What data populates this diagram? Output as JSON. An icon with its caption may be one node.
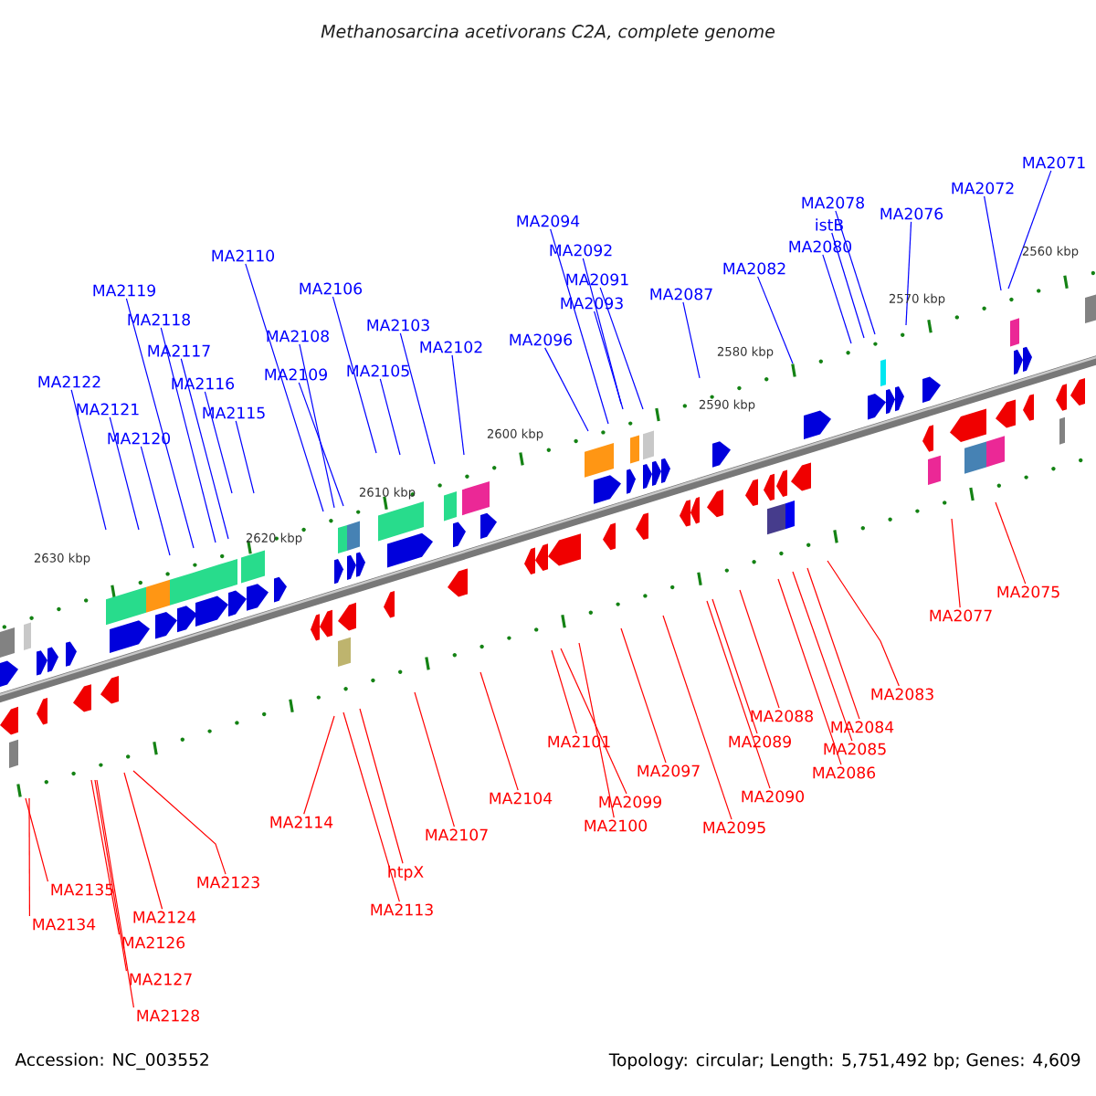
{
  "diagram": {
    "title": "Methanosarcina acetivorans C2A, complete genome",
    "nodes": [
      {
        "text": [
          "MA2071"
        ]
      },
      {
        "text": [
          "MA2072"
        ]
      },
      {
        "text": [
          "MA2078"
        ]
      },
      {
        "text": [
          "MA2076"
        ]
      },
      {
        "text": [
          "istB"
        ]
      },
      {
        "text": [
          "MA2080"
        ]
      },
      {
        "text": [
          "MA2094"
        ]
      },
      {
        "text": [
          "MA2110"
        ]
      },
      {
        "text": [
          "MA2092"
        ]
      },
      {
        "text": [
          "MA2082"
        ]
      },
      {
        "text": [
          "MA2091"
        ]
      },
      {
        "text": [
          "MA2119"
        ]
      },
      {
        "text": [
          "MA2106"
        ]
      },
      {
        "text": [
          "MA2087"
        ]
      },
      {
        "text": [
          "MA2093"
        ]
      },
      {
        "text": [
          "MA2118"
        ]
      },
      {
        "text": [
          "MA2103"
        ]
      },
      {
        "text": [
          "MA2108"
        ]
      },
      {
        "text": [
          "MA2096"
        ]
      },
      {
        "text": [
          "MA2102"
        ]
      },
      {
        "text": [
          "MA2117"
        ]
      },
      {
        "text": [
          "MA2109"
        ]
      },
      {
        "text": [
          "MA2105"
        ]
      },
      {
        "text": [
          "MA2122"
        ]
      },
      {
        "text": [
          "MA2116"
        ]
      },
      {
        "text": [
          "MA2121"
        ]
      },
      {
        "text": [
          "MA2115"
        ]
      },
      {
        "text": [
          "MA2120"
        ]
      },
      {
        "text": [
          "MA2075"
        ]
      },
      {
        "text": [
          "MA2077"
        ]
      },
      {
        "text": [
          "MA2083"
        ]
      },
      {
        "text": [
          "MA2088"
        ]
      },
      {
        "text": [
          "MA2084"
        ]
      },
      {
        "text": [
          "MA2101"
        ]
      },
      {
        "text": [
          "MA2089"
        ]
      },
      {
        "text": [
          "MA2085"
        ]
      },
      {
        "text": [
          "MA2097"
        ]
      },
      {
        "text": [
          "MA2086"
        ]
      },
      {
        "text": [
          "MA2090"
        ]
      },
      {
        "text": [
          "MA2104"
        ]
      },
      {
        "text": [
          "MA2099"
        ]
      },
      {
        "text": [
          "MA2114"
        ]
      },
      {
        "text": [
          "MA2100"
        ]
      },
      {
        "text": [
          "MA2095"
        ]
      },
      {
        "text": [
          "MA2107"
        ]
      },
      {
        "text": [
          "htpX"
        ]
      },
      {
        "text": [
          "MA2123"
        ]
      },
      {
        "text": [
          "MA2135"
        ]
      },
      {
        "text": [
          "MA2113"
        ]
      },
      {
        "text": [
          "MA2124"
        ]
      },
      {
        "text": [
          "MA2134"
        ]
      },
      {
        "text": [
          "MA2126"
        ]
      },
      {
        "text": [
          "MA2127"
        ]
      },
      {
        "text": [
          "MA2128"
        ]
      }
    ],
    "edges": [
      {
        "from": 0,
        "to": null,
        "arrow": "none"
      },
      {
        "from": 1,
        "to": null,
        "arrow": "none"
      },
      {
        "from": 2,
        "to": null,
        "arrow": "none"
      },
      {
        "from": 3,
        "to": null,
        "arrow": "none"
      },
      {
        "from": 4,
        "to": null,
        "arrow": "none"
      },
      {
        "from": 5,
        "to": null,
        "arrow": "none"
      },
      {
        "from": 6,
        "to": null,
        "arrow": "none"
      },
      {
        "from": 7,
        "to": null,
        "arrow": "none"
      },
      {
        "from": 8,
        "to": null,
        "arrow": "none"
      },
      {
        "from": 9,
        "to": null,
        "arrow": "none"
      },
      {
        "from": 10,
        "to": null,
        "arrow": "none"
      },
      {
        "from": 11,
        "to": null,
        "arrow": "none"
      },
      {
        "from": 12,
        "to": null,
        "arrow": "none"
      },
      {
        "from": 13,
        "to": null,
        "arrow": "none"
      },
      {
        "from": 14,
        "to": null,
        "arrow": "none"
      },
      {
        "from": 15,
        "to": null,
        "arrow": "none"
      },
      {
        "from": 16,
        "to": null,
        "arrow": "none"
      },
      {
        "from": 17,
        "to": null,
        "arrow": "none"
      },
      {
        "from": 18,
        "to": null,
        "arrow": "none"
      },
      {
        "from": 19,
        "to": null,
        "arrow": "none"
      },
      {
        "from": 20,
        "to": null,
        "arrow": "none"
      },
      {
        "from": 21,
        "to": null,
        "arrow": "none"
      },
      {
        "from": 22,
        "to": null,
        "arrow": "none"
      },
      {
        "from": 23,
        "to": null,
        "arrow": "none"
      },
      {
        "from": 24,
        "to": null,
        "arrow": "none"
      },
      {
        "from": 25,
        "to": null,
        "arrow": "none"
      },
      {
        "from": 26,
        "to": null,
        "arrow": "none"
      },
      {
        "from": 27,
        "to": null,
        "arrow": "none"
      },
      {
        "from": 28,
        "to": null,
        "arrow": "none",
        "color": "#ff0000"
      },
      {
        "from": 29,
        "to": null,
        "arrow": "none",
        "color": "#ff0000"
      },
      {
        "from": 30,
        "to": null,
        "arrow": "none",
        "color": "#ff0000"
      },
      {
        "from": 31,
        "to": null,
        "arrow": "none",
        "color": "#ff0000"
      },
      {
        "from": 32,
        "to": null,
        "arrow": "none",
        "color": "#ff0000"
      },
      {
        "from": 33,
        "to": null,
        "arrow": "none",
        "color": "#ff0000"
      },
      {
        "from": 34,
        "to": null,
        "arrow": "none",
        "color": "#ff0000"
      },
      {
        "from": 35,
        "to": null,
        "arrow": "none",
        "color": "#ff0000"
      },
      {
        "from": 36,
        "to": null,
        "arrow": "none",
        "color": "#ff0000"
      },
      {
        "from": 37,
        "to": null,
        "arrow": "none",
        "color": "#ff0000"
      },
      {
        "from": 38,
        "to": null,
        "arrow": "none",
        "color": "#ff0000"
      },
      {
        "from": 39,
        "to": null,
        "arrow": "none",
        "color": "#ff0000"
      },
      {
        "from": 40,
        "to": null,
        "arrow": "none",
        "color": "#ff0000"
      },
      {
        "from": 41,
        "to": null,
        "arrow": "none",
        "color": "#ff0000"
      },
      {
        "from": 42,
        "to": null,
        "arrow": "none",
        "color": "#ff0000"
      },
      {
        "from": 43,
        "to": null,
        "arrow": "none",
        "color": "#ff0000"
      },
      {
        "from": 44,
        "to": null,
        "arrow": "none",
        "color": "#ff0000"
      },
      {
        "from": 45,
        "to": null,
        "arrow": "none",
        "color": "#ff0000"
      },
      {
        "from": 46,
        "to": null,
        "arrow": "none",
        "color": "#ff0000"
      },
      {
        "from": 47,
        "to": null,
        "arrow": "none",
        "color": "#ff0000"
      },
      {
        "from": 48,
        "to": null,
        "arrow": "none",
        "color": "#ff0000"
      },
      {
        "from": 49,
        "to": null,
        "arrow": "none",
        "color": "#ff0000"
      },
      {
        "from": 50,
        "to": null,
        "arrow": "none",
        "color": "#ff0000"
      },
      {
        "from": 51,
        "to": null,
        "arrow": "none",
        "color": "#ff0000"
      },
      {
        "from": 52,
        "to": null,
        "arrow": "none",
        "color": "#ff0000"
      },
      {
        "from": 53,
        "to": null,
        "arrow": "none",
        "color": "#ff0000"
      }
    ],
    "labels": [
      "2630 kbp",
      "2620 kbp",
      "2610 kbp",
      "2600 kbp",
      "2590 kbp",
      "2580 kbp",
      "2570 kbp",
      "2560 kbp",
      "Accession: NC_003552",
      "Topology: circular; Length: 5,751,492 bp; Genes: 4,609"
    ]
  }
}
